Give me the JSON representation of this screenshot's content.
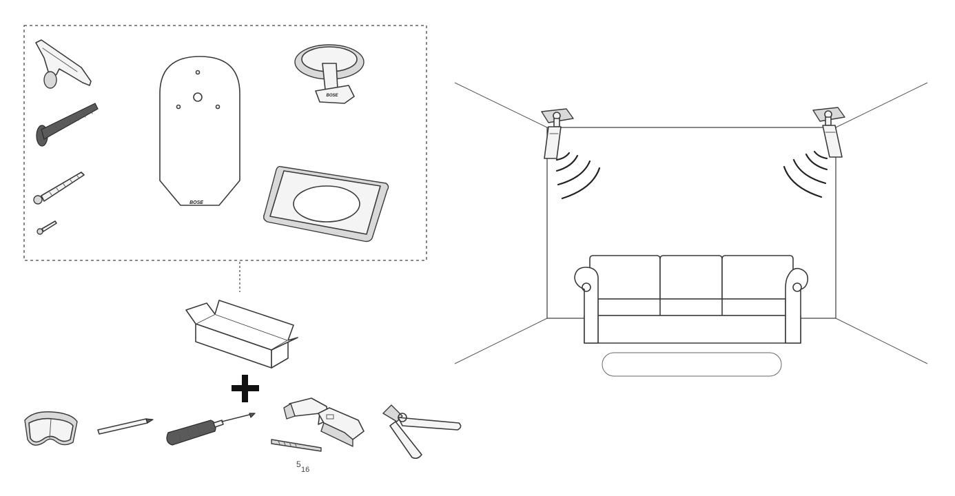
{
  "kit": {
    "brand_logo_text": "BOSE"
  },
  "tools": {
    "drill_bit_size": {
      "numerator": "5",
      "denominator": "16"
    }
  }
}
